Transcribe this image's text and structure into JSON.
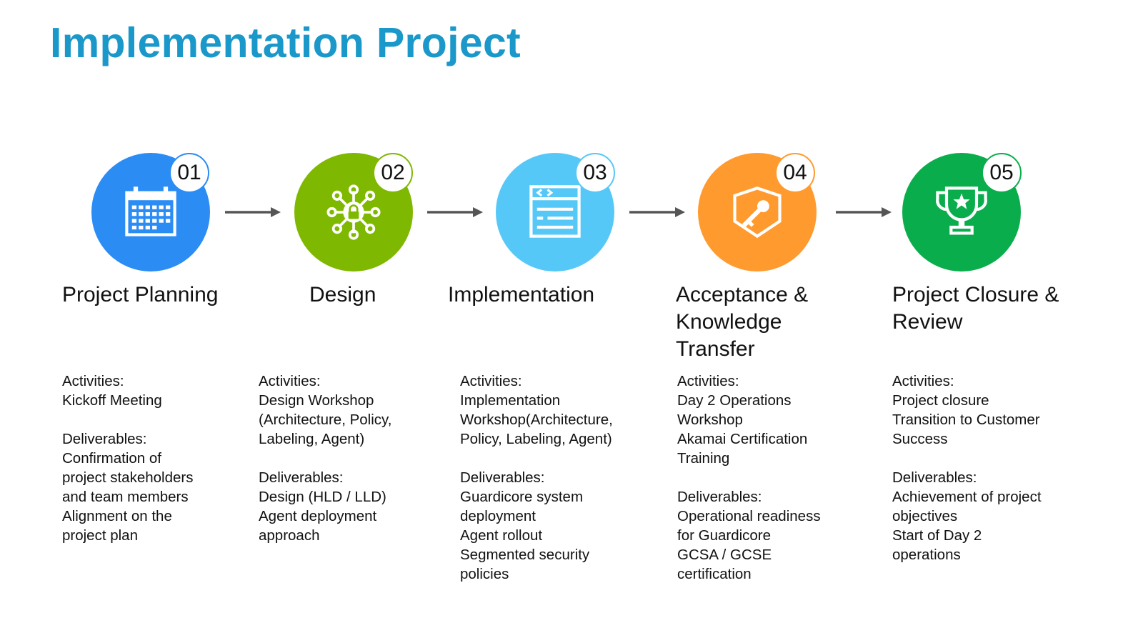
{
  "title": "Implementation Project",
  "colors": {
    "title": "#1a98c9",
    "step1": "#2b8cf4",
    "step2": "#7fb800",
    "step3": "#56c8f8",
    "step4": "#ff9a2e",
    "step5": "#0aad4b"
  },
  "steps": [
    {
      "number": "01",
      "icon": "calendar-icon",
      "title_lines": [
        "Project Planning"
      ],
      "activities_label": "Activities:",
      "activities": [
        "Kickoff Meeting"
      ],
      "deliverables_label": "Deliverables:",
      "deliverables": [
        "Confirmation of",
        "project stakeholders",
        "and team members",
        "Alignment on the",
        "project plan"
      ]
    },
    {
      "number": "02",
      "icon": "network-lock-icon",
      "title_lines": [
        "Design"
      ],
      "activities_label": "Activities:",
      "activities": [
        "Design Workshop",
        "(Architecture, Policy,",
        "Labeling, Agent)"
      ],
      "deliverables_label": "Deliverables:",
      "deliverables": [
        "Design (HLD / LLD)",
        "Agent deployment",
        "approach"
      ]
    },
    {
      "number": "03",
      "icon": "code-window-icon",
      "title_lines": [
        "Implementation"
      ],
      "activities_label": "Activities:",
      "activities": [
        "Implementation",
        "Workshop(Architecture,",
        "Policy, Labeling, Agent)"
      ],
      "deliverables_label": "Deliverables:",
      "deliverables": [
        "Guardicore system",
        "deployment",
        "Agent rollout",
        "Segmented security",
        "policies"
      ]
    },
    {
      "number": "04",
      "icon": "shield-key-icon",
      "title_lines": [
        "Acceptance &",
        "Knowledge",
        "Transfer"
      ],
      "activities_label": "Activities:",
      "activities": [
        "Day 2 Operations",
        "Workshop",
        "Akamai Certification",
        "Training"
      ],
      "deliverables_label": "Deliverables:",
      "deliverables": [
        "Operational readiness",
        "for Guardicore",
        "GCSA / GCSE",
        "certification"
      ]
    },
    {
      "number": "05",
      "icon": "trophy-icon",
      "title_lines": [
        "Project Closure &",
        "Review"
      ],
      "activities_label": "Activities:",
      "activities": [
        "Project closure",
        "Transition to Customer",
        "Success"
      ],
      "deliverables_label": "Deliverables:",
      "deliverables": [
        "Achievement of project",
        "objectives",
        "Start of Day 2",
        "operations"
      ]
    }
  ]
}
